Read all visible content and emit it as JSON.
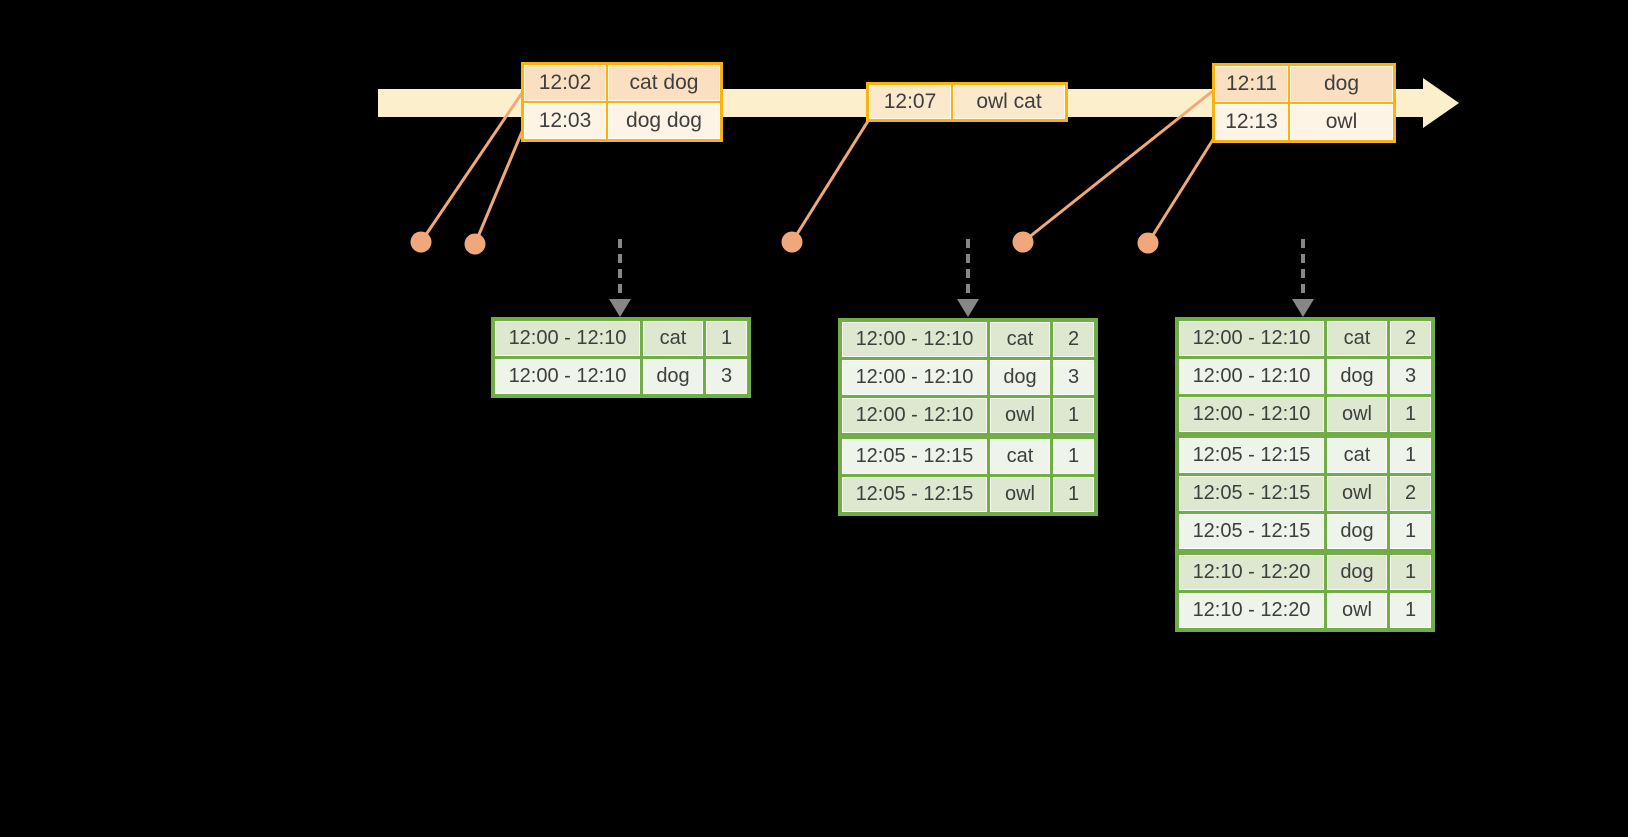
{
  "colors": {
    "background": "#000000",
    "timeline_band": "#FBF0CB",
    "event_border": "#F7B312",
    "event_row_dark": "#FAE0C0",
    "event_row_light": "#FEF4E6",
    "event_row_mid": "#FBE9CC",
    "connector": "#F0A87A",
    "trigger_arrow": "#878787",
    "result_border": "#70AD47",
    "result_row_dark": "#DEE8D1",
    "result_row_light": "#EFF4EA",
    "text": "#3E3E3E"
  },
  "icons": {
    "timeline_arrow": "right-pointing-band-arrow",
    "event_dot": "filled-circle",
    "trigger_arrow": "dashed-down-arrow"
  },
  "timeline": {
    "event_tables": [
      {
        "rows": [
          {
            "time": "12:02",
            "words": "cat dog",
            "tone": "dark"
          },
          {
            "time": "12:03",
            "words": "dog dog",
            "tone": "light"
          }
        ]
      },
      {
        "rows": [
          {
            "time": "12:07",
            "words": "owl cat",
            "tone": "mid"
          }
        ]
      },
      {
        "rows": [
          {
            "time": "12:11",
            "words": "dog",
            "tone": "dark"
          },
          {
            "time": "12:13",
            "words": "owl",
            "tone": "light"
          }
        ]
      }
    ]
  },
  "result_tables": [
    {
      "rows": [
        {
          "window": "12:00 - 12:10",
          "word": "cat",
          "count": "1"
        },
        {
          "window": "12:00 - 12:10",
          "word": "dog",
          "count": "3"
        }
      ]
    },
    {
      "rows": [
        {
          "window": "12:00 - 12:10",
          "word": "cat",
          "count": "2"
        },
        {
          "window": "12:00 - 12:10",
          "word": "dog",
          "count": "3"
        },
        {
          "window": "12:00 - 12:10",
          "word": "owl",
          "count": "1"
        },
        {
          "window": "12:05 - 12:15",
          "word": "cat",
          "count": "1"
        },
        {
          "window": "12:05 - 12:15",
          "word": "owl",
          "count": "1"
        }
      ]
    },
    {
      "rows": [
        {
          "window": "12:00 - 12:10",
          "word": "cat",
          "count": "2"
        },
        {
          "window": "12:00 - 12:10",
          "word": "dog",
          "count": "3"
        },
        {
          "window": "12:00 - 12:10",
          "word": "owl",
          "count": "1"
        },
        {
          "window": "12:05 - 12:15",
          "word": "cat",
          "count": "1"
        },
        {
          "window": "12:05 - 12:15",
          "word": "owl",
          "count": "2"
        },
        {
          "window": "12:05 - 12:15",
          "word": "dog",
          "count": "1"
        },
        {
          "window": "12:10 - 12:20",
          "word": "dog",
          "count": "1"
        },
        {
          "window": "12:10 - 12:20",
          "word": "owl",
          "count": "1"
        }
      ]
    }
  ]
}
